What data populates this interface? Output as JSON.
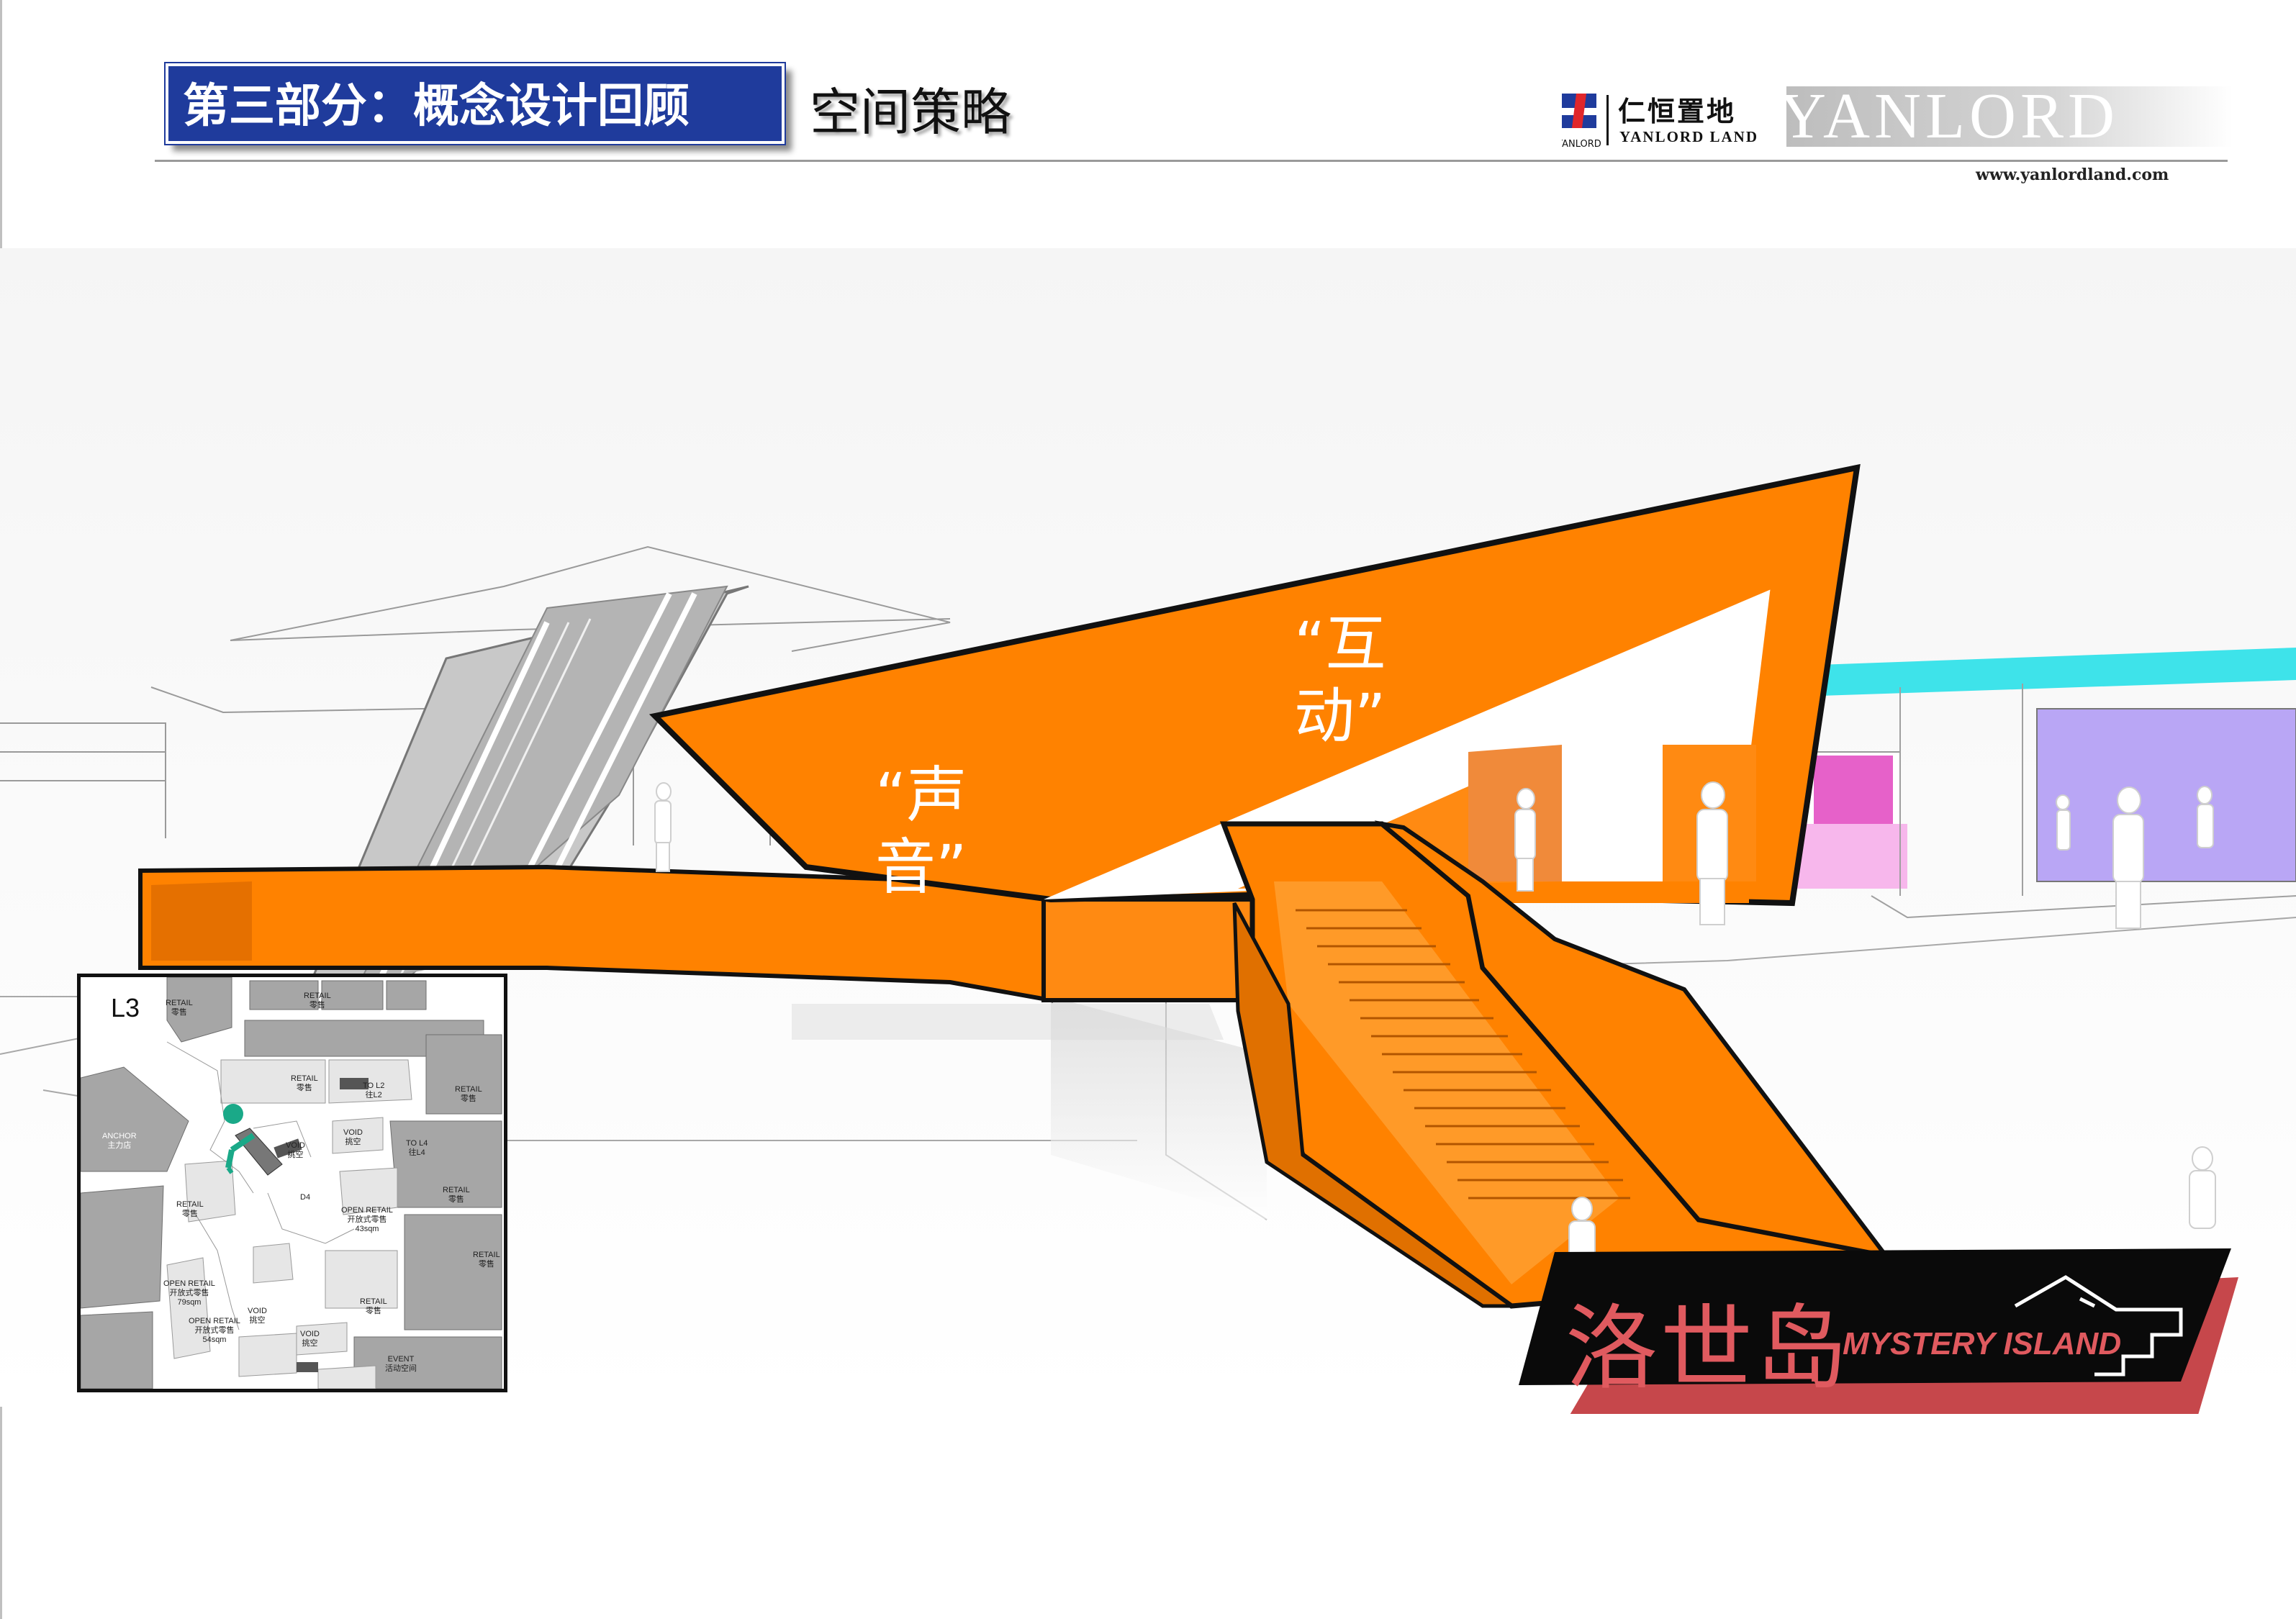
{
  "header": {
    "section_label": "第三部分：概念设计回顾",
    "sub_title": "空间策略"
  },
  "logo": {
    "cn_name": "仁恒置地",
    "en_name": "YANLORD LAND",
    "wordmark": "YANLORD",
    "mark_caption": "YANLORD",
    "icon": "yanlord-logo-mark-icon"
  },
  "website": "www.yanlordland.com",
  "render": {
    "label_interact": "“互\n动”",
    "label_sound": "“声\n音”"
  },
  "minimap": {
    "level": "L3",
    "labels": [
      {
        "text": "RETAIL\n零售"
      },
      {
        "text": "RETAIL\n零售"
      },
      {
        "text": "RETAIL\n零售"
      },
      {
        "text": "TO L2\n往L2"
      },
      {
        "text": "RETAIL\n零售"
      },
      {
        "text": "ANCHOR\n主力店"
      },
      {
        "text": "VOID\n挑空"
      },
      {
        "text": "VOID\n挑空"
      },
      {
        "text": "TO L4\n往L4"
      },
      {
        "text": "RETAIL\n零售"
      },
      {
        "text": "RETAIL\n零售"
      },
      {
        "text": "D4"
      },
      {
        "text": "OPEN RETAIL\n开放式零售\n43sqm"
      },
      {
        "text": "RETAIL\n零售"
      },
      {
        "text": "OPEN RETAIL\n开放式零售\n79sqm"
      },
      {
        "text": "OPEN RETAIL\n开放式零售\n54sqm"
      },
      {
        "text": "VOID\n挑空"
      },
      {
        "text": "VOID\n挑空"
      },
      {
        "text": "RETAIL\n零售"
      },
      {
        "text": "EVENT\n活动空间"
      }
    ],
    "marker_color": "#1aa988"
  },
  "brand": {
    "cn": "洛世岛",
    "en": "MYSTERY ISLAND",
    "icon": "stairs-island-icon"
  },
  "colors": {
    "section_blue": "#1f3b9c",
    "orange": "#ff8200",
    "cyan": "#3ee3ea",
    "violet": "#b9a6f5",
    "magenta": "#e661c9",
    "brand_red": "#c6474b"
  }
}
